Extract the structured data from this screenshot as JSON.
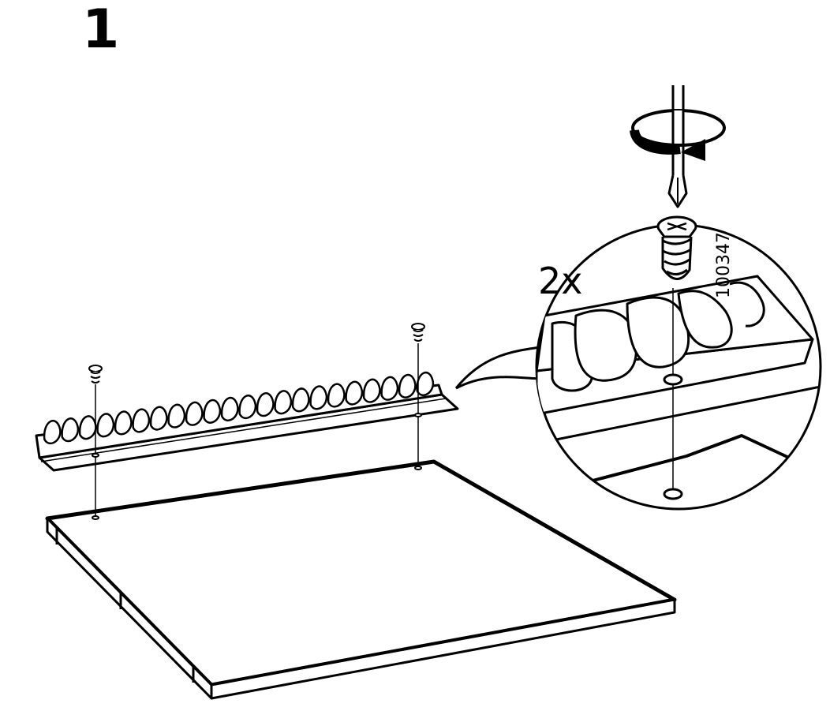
{
  "step": {
    "number": "1"
  },
  "detail": {
    "quantity": "2x",
    "part_code": "100347"
  },
  "colors": {
    "ink": "#000000",
    "paper": "#ffffff"
  },
  "icons": [
    "screw-icon",
    "screwdriver-icon",
    "rotation-arrow-icon"
  ]
}
